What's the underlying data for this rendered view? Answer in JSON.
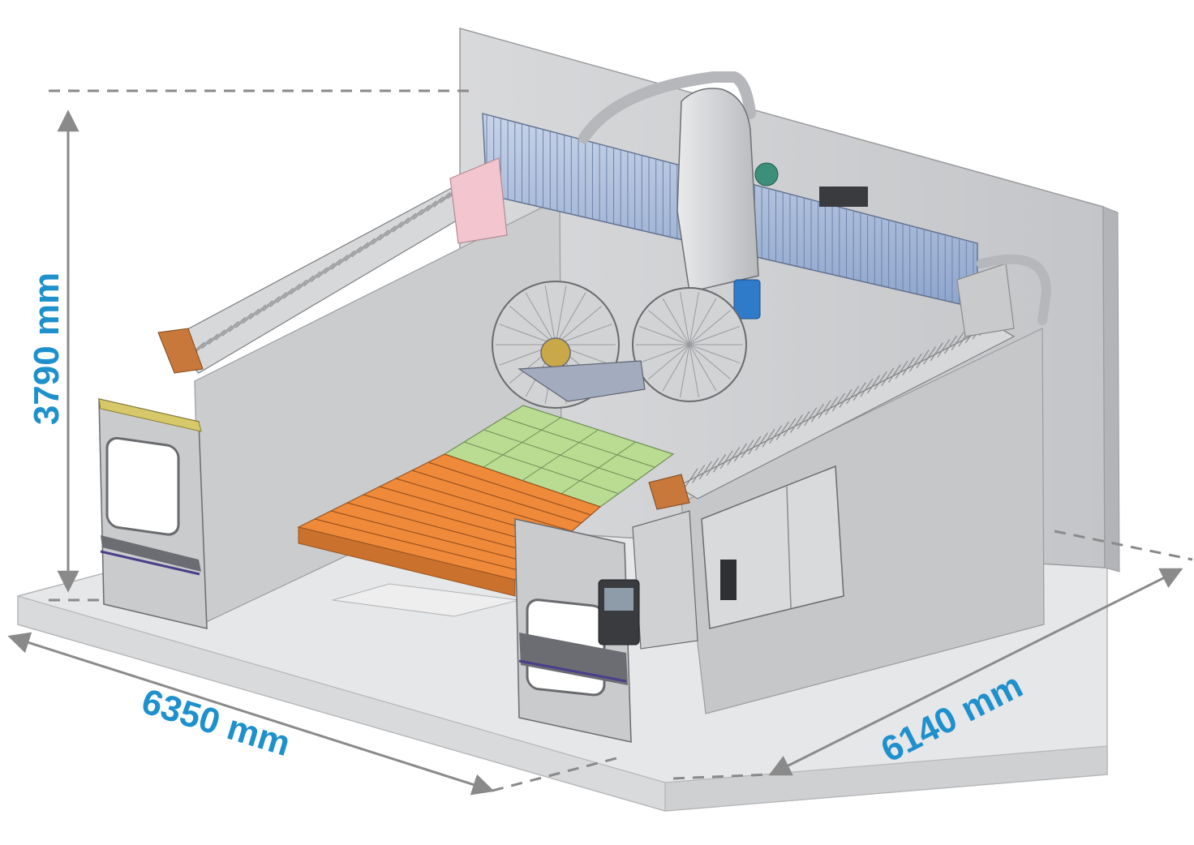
{
  "dimensions": {
    "height": "3790 mm",
    "width": "6350 mm",
    "depth": "6140 mm"
  },
  "colors": {
    "label": "#1e90cc",
    "arrow": "#8a8a8a",
    "enclosure": "#cfd0d2",
    "platform": "#e4e5e7",
    "table_orange": "#ef8a3a",
    "table_green": "#b9dc92",
    "beam_blue": "#9fb4d6",
    "head_blue": "#2f7ac9",
    "pink_panel": "#f3c6cf",
    "bracket_brown": "#c7783a"
  }
}
